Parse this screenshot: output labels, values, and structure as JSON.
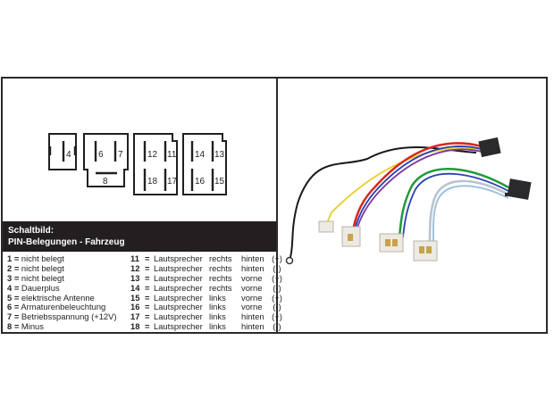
{
  "header": {
    "line1": "Schaltbild:",
    "line2": "PIN-Belegungen - Fahrzeug"
  },
  "connectors": [
    {
      "id": "A",
      "pins": [
        "4"
      ]
    },
    {
      "id": "B",
      "pins": [
        "6",
        "7",
        "8"
      ]
    },
    {
      "id": "C",
      "pins": [
        "12",
        "11",
        "18",
        "17"
      ]
    },
    {
      "id": "D",
      "pins": [
        "14",
        "13",
        "16",
        "15"
      ]
    }
  ],
  "pins_left": [
    {
      "num": "1",
      "eq": "=",
      "desc": "nicht belegt"
    },
    {
      "num": "2",
      "eq": "=",
      "desc": "nicht belegt"
    },
    {
      "num": "3",
      "eq": "=",
      "desc": "nicht belegt"
    },
    {
      "num": "4",
      "eq": "=",
      "desc": "Dauerplus"
    },
    {
      "num": "5",
      "eq": "=",
      "desc": "elektrische Antenne"
    },
    {
      "num": "6",
      "eq": "=",
      "desc": "Armaturenbeleuchtung"
    },
    {
      "num": "7",
      "eq": "=",
      "desc": "Betriebsspannung (+12V)"
    },
    {
      "num": "8",
      "eq": "=",
      "desc": "Minus"
    }
  ],
  "pins_right": [
    {
      "num": "11",
      "eq": "=",
      "what": "Lautsprecher",
      "side": "rechts",
      "pos": "hinten",
      "pol": "(+)"
    },
    {
      "num": "12",
      "eq": "=",
      "what": "Lautsprecher",
      "side": "rechts",
      "pos": "hinten",
      "pol": "(-)"
    },
    {
      "num": "13",
      "eq": "=",
      "what": "Lautsprecher",
      "side": "rechts",
      "pos": "vorne",
      "pol": "(+)"
    },
    {
      "num": "14",
      "eq": "=",
      "what": "Lautsprecher",
      "side": "rechts",
      "pos": "vorne",
      "pol": "(-)"
    },
    {
      "num": "15",
      "eq": "=",
      "what": "Lautsprecher",
      "side": "links",
      "pos": "vorne",
      "pol": "(+)"
    },
    {
      "num": "16",
      "eq": "=",
      "what": "Lautsprecher",
      "side": "links",
      "pos": "vorne",
      "pol": "(-)"
    },
    {
      "num": "17",
      "eq": "=",
      "what": "Lautsprecher",
      "side": "links",
      "pos": "hinten",
      "pol": "(+)"
    },
    {
      "num": "18",
      "eq": "=",
      "what": "Lautsprecher",
      "side": "links",
      "pos": "hinten",
      "pol": "(-)"
    }
  ],
  "colors": {
    "frame": "#2a2a2a",
    "header_bg": "#231f20",
    "wire_black": "#1a1a1a",
    "wire_yellow": "#e8d23a",
    "wire_red": "#d8281e",
    "wire_blue": "#2b3fb0",
    "wire_violet": "#7a3aa0",
    "wire_green": "#1f9a3a",
    "wire_lightblue": "#9fc2de",
    "wire_grey": "#b9c3cf",
    "connector_white": "#eceae2",
    "connector_black": "#2a2a2c"
  }
}
